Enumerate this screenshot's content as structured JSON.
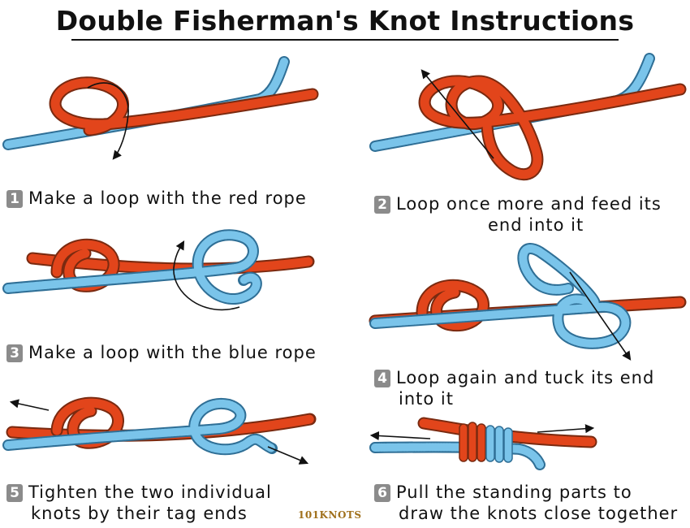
{
  "title": "Double Fisherman's Knot Instructions",
  "brand": "101KNOTS",
  "colors": {
    "red_rope": "#e2451b",
    "blue_rope": "#7ac4ea",
    "rope_outline": "#5a2a14",
    "badge": "#8b8b8b"
  },
  "steps": [
    {
      "number": "1",
      "line1": "Make a loop with the red rope",
      "line2": ""
    },
    {
      "number": "2",
      "line1": "Loop once more and feed its",
      "line2": "end into it"
    },
    {
      "number": "3",
      "line1": "Make a loop with the blue rope",
      "line2": ""
    },
    {
      "number": "4",
      "line1": "Loop again and tuck its end",
      "line2": "into it"
    },
    {
      "number": "5",
      "line1": "Tighten the two individual",
      "line2": "knots by their tag ends"
    },
    {
      "number": "6",
      "line1": "Pull the standing parts to",
      "line2": "draw the knots close together"
    }
  ]
}
